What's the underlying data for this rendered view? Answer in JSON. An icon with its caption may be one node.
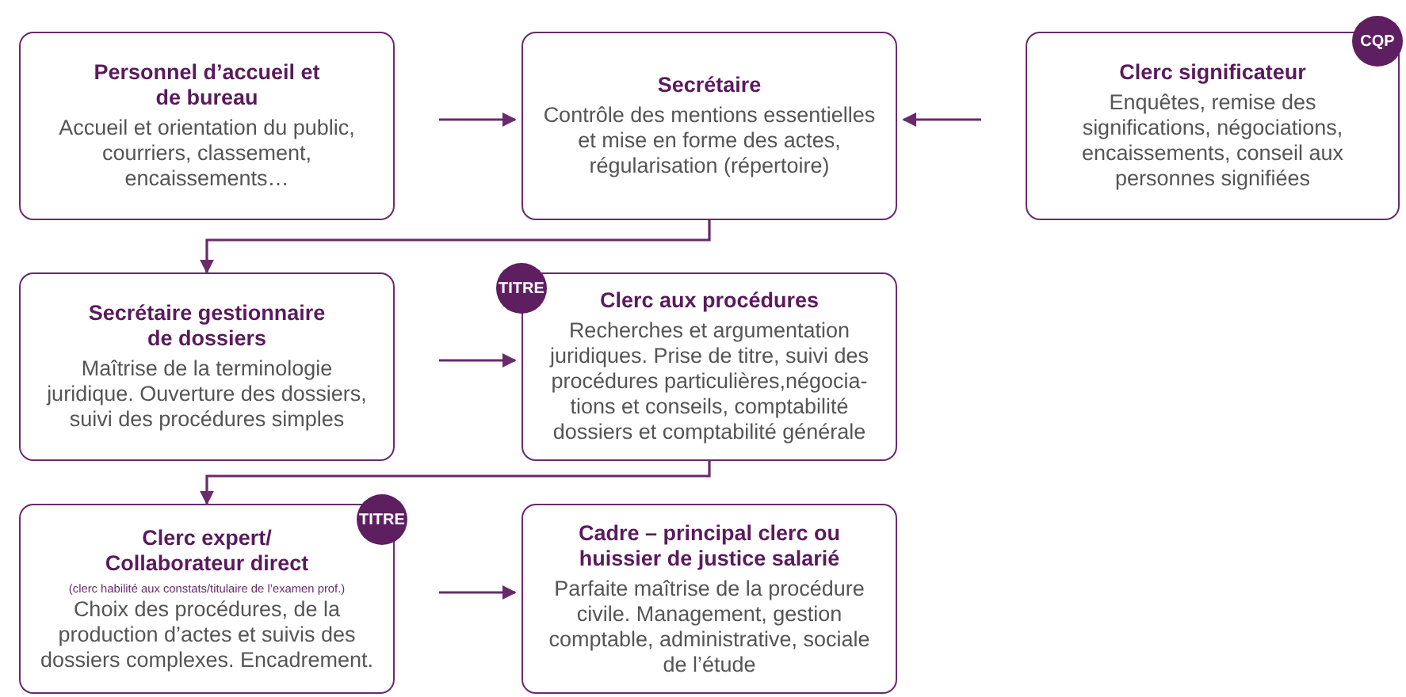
{
  "diagram": {
    "nodes": [
      {
        "text": [
          "Personnel d’accueil et de bureau",
          "Accueil et orientation du public, courriers, classement, encaissements…"
        ]
      },
      {
        "text": [
          "Secrétaire",
          "Contrôle des mentions essentielles et mise en forme des actes, régularisation (répertoire)"
        ]
      },
      {
        "text": [
          "Clerc significateur",
          "Enquêtes, remise des significations, négociations, encaissements, conseil aux personnes signifiées"
        ]
      },
      {
        "text": [
          "CQP"
        ]
      },
      {
        "text": [
          "Secrétaire gestionnaire de dossiers",
          "Maîtrise de la terminologie juridique. Ouverture des dossiers, suivi des procédures simples"
        ]
      },
      {
        "text": [
          "Clerc aux procédures",
          "Recherches et argumentation juridiques. Prise de titre, suivi des procédures particulières,négocia- tions et conseils, comptabilité dossiers et comptabilité générale"
        ]
      },
      {
        "text": [
          "TITRE"
        ]
      },
      {
        "text": [
          "Clerc expert/ Collaborateur direct",
          "(clerc habilité aux constats/titulaire de l’examen prof.)",
          "Choix des procédures, de la production d’actes et suivis des dossiers complexes. Encadrement."
        ]
      },
      {
        "text": [
          "TITRE"
        ]
      },
      {
        "text": [
          "Cadre – principal clerc ou huissier de justice salarié",
          "Parfaite maîtrise de la procédure civile. Management, gestion comptable, administrative, sociale de l’étude"
        ]
      }
    ],
    "edges": [
      {
        "from": 0,
        "to": 1,
        "arrow": "to"
      },
      {
        "from": 2,
        "to": 1,
        "arrow": "to"
      },
      {
        "from": 1,
        "to": 4,
        "arrow": "to"
      },
      {
        "from": 4,
        "to": 5,
        "arrow": "to"
      },
      {
        "from": 5,
        "to": 7,
        "arrow": "to"
      },
      {
        "from": 7,
        "to": 9,
        "arrow": "to"
      }
    ]
  }
}
